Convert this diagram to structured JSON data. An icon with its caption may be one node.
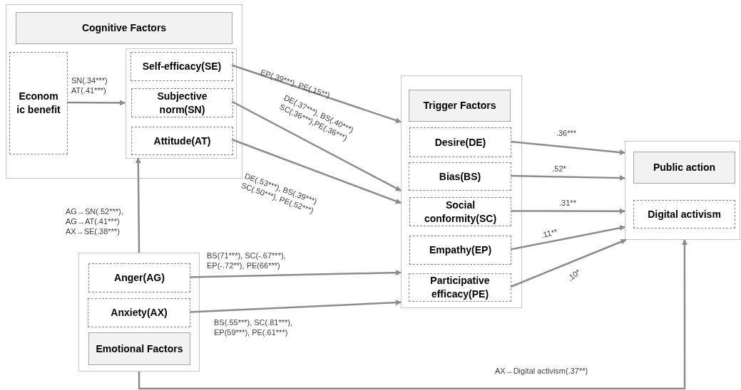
{
  "diagram": {
    "nodes": [
      {
        "text": [
          "Cognitive Factors"
        ]
      },
      {
        "text": [
          "Econom ic benefit"
        ],
        "in": 0
      },
      {
        "text": [],
        "shape": "box",
        "in": 0
      },
      {
        "text": [
          "Self-efficacy(SE)"
        ],
        "in": 2
      },
      {
        "text": [
          "Subjective norm(SN)"
        ],
        "in": 2
      },
      {
        "text": [
          "Attitude(AT)"
        ],
        "in": 2
      },
      {
        "text": [
          "Emotional Factors"
        ]
      },
      {
        "text": [
          "Anger(AG)"
        ],
        "in": 6
      },
      {
        "text": [
          "Anxiety(AX)"
        ],
        "in": 6
      },
      {
        "text": [
          "Trigger Factors"
        ]
      },
      {
        "text": [
          "Desire(DE)"
        ],
        "in": 9
      },
      {
        "text": [
          "Bias(BS)"
        ],
        "in": 9
      },
      {
        "text": [
          "Social conformity(SC)"
        ],
        "in": 9
      },
      {
        "text": [
          "Empathy(EP)"
        ],
        "in": 9
      },
      {
        "text": [
          "Participative efficacy(PE)"
        ],
        "in": 9
      },
      {
        "text": [
          "Public action"
        ]
      },
      {
        "text": [
          "Digital activism"
        ],
        "in": 15
      }
    ],
    "edges": [
      {
        "from": 1,
        "to": 2,
        "arrow": "to",
        "label": "SN(.34***) AT(.41***)"
      },
      {
        "from": 3,
        "to": 9,
        "arrow": "to",
        "label": "EP(.39***), PE(.15**)"
      },
      {
        "from": 4,
        "to": 9,
        "arrow": "to",
        "label": "DE(.37***), BS(.40***) SC(.36***),PE(.36***)"
      },
      {
        "from": 5,
        "to": 9,
        "arrow": "to",
        "label": "DE(.53***), BS(.39***) SC(.50***), PE(.52***)"
      },
      {
        "from": 6,
        "to": 2,
        "arrow": "to",
        "label": "AG→SN(.52***), AG→AT(.41***) AX→SE(.38***)"
      },
      {
        "from": 7,
        "to": 9,
        "arrow": "to",
        "label": "BS(71***), SC(-.67***), EP(-.72**), PE(66***)"
      },
      {
        "from": 8,
        "to": 9,
        "arrow": "to",
        "label": "BS(.55***), SC(.81***), EP(59***), PE(.61***)"
      },
      {
        "from": 10,
        "to": 15,
        "arrow": "to",
        "label": ".36***"
      },
      {
        "from": 11,
        "to": 15,
        "arrow": "to",
        "label": ".52*"
      },
      {
        "from": 12,
        "to": 15,
        "arrow": "to",
        "label": ".31**"
      },
      {
        "from": 13,
        "to": 15,
        "arrow": "to",
        "label": ".11**"
      },
      {
        "from": 14,
        "to": 15,
        "arrow": "to",
        "label": ".10*"
      },
      {
        "from": 6,
        "to": 15,
        "arrow": "to",
        "label": "AX→Digital activism(.37**)"
      }
    ]
  }
}
